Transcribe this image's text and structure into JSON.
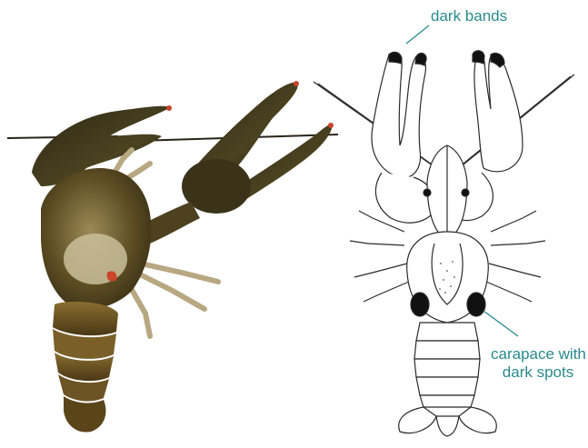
{
  "labels": {
    "dark_bands": "dark bands",
    "carapace_line1": "carapace with",
    "carapace_line2": "dark spots"
  },
  "colors": {
    "label_text": "#2a8a8c",
    "leader_line": "#2a8a8c",
    "drawing_stroke": "#2b2b2b",
    "photo_body_dark": "#2f2a16",
    "photo_body_mid": "#6b5a2a",
    "photo_body_light": "#a89562",
    "photo_belly": "#c9c09a",
    "photo_claw_tip": "#c8452a"
  },
  "icons": {
    "photo": "crayfish-photo",
    "drawing": "crayfish-line-drawing"
  }
}
